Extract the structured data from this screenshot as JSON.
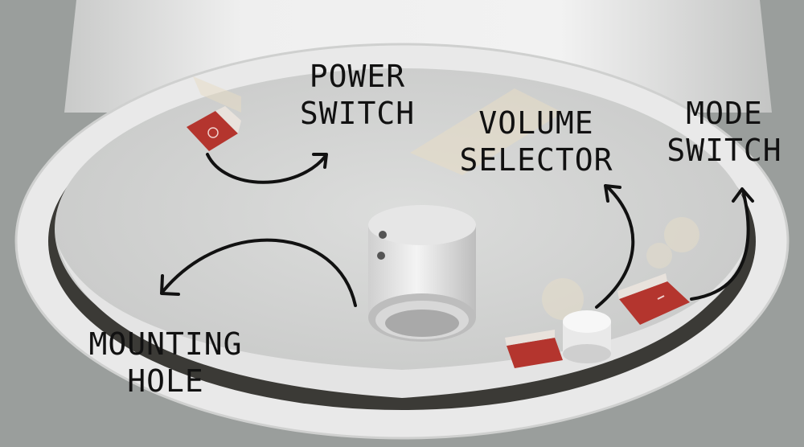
{
  "labels": {
    "power_switch": {
      "line1": "POWER",
      "line2": "SWITCH"
    },
    "volume_selector": {
      "line1": "VOLUME",
      "line2": "SELECTOR"
    },
    "mode_switch": {
      "line1": "MODE",
      "line2": "SWITCH"
    },
    "mounting_hole": {
      "line1": "MOUNTING",
      "line2": "HOLE"
    }
  },
  "colors": {
    "background": "#9a9e9c",
    "shell": "#ececec",
    "base_plate": "#d5d6d5",
    "switch_red": "#b4352e",
    "annotation": "#111111"
  }
}
